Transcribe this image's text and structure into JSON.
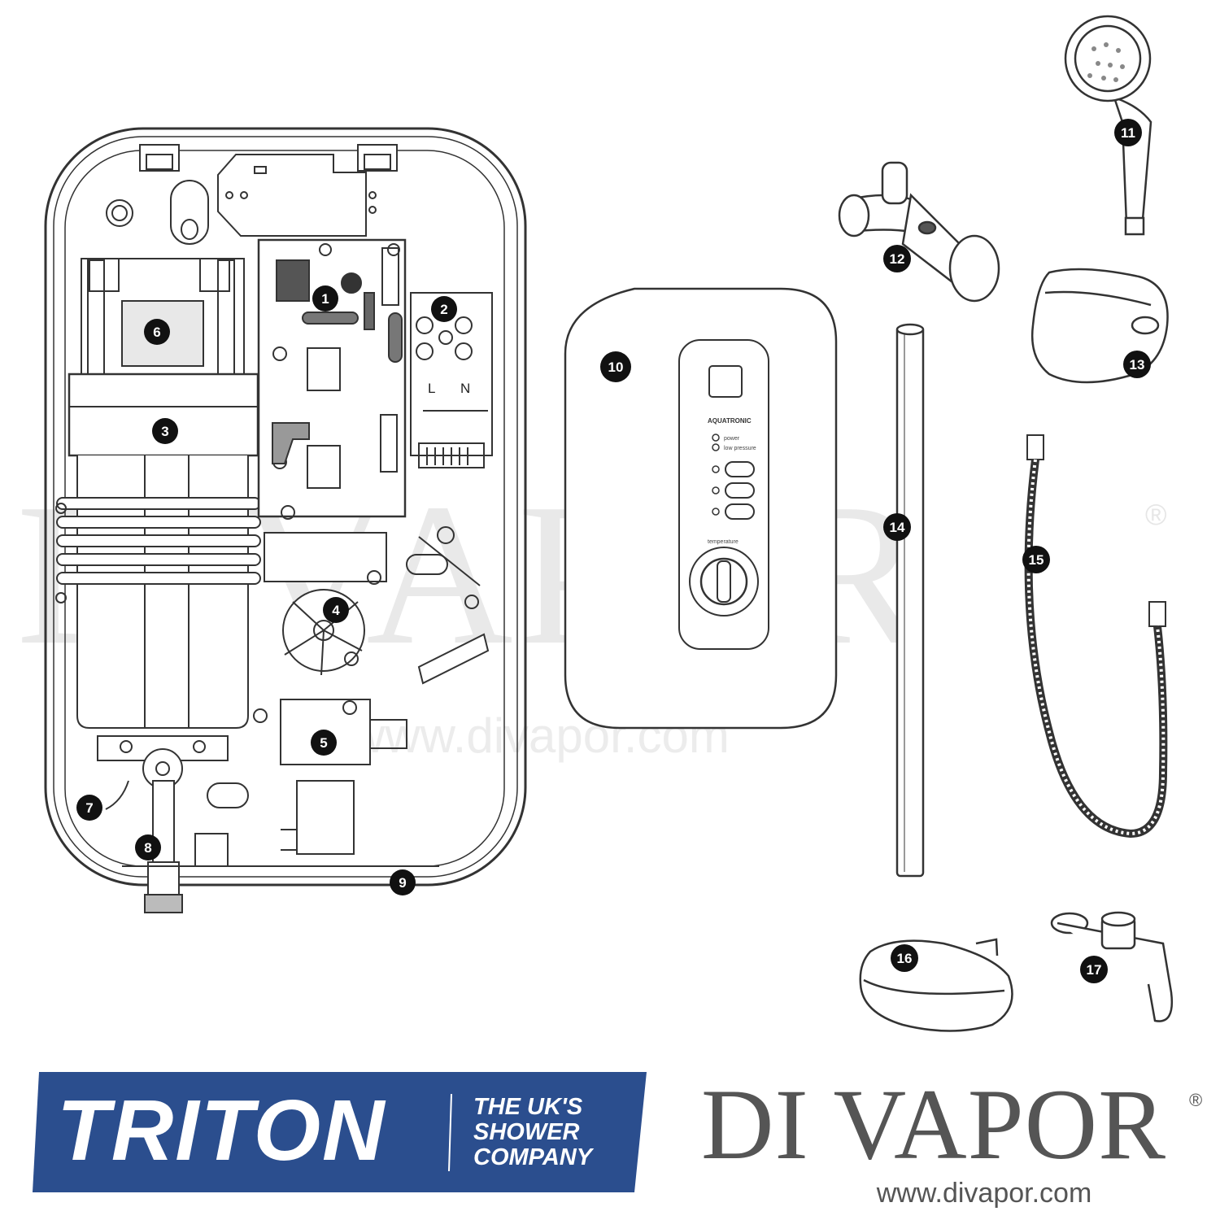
{
  "diagram": {
    "callouts": [
      "1",
      "2",
      "3",
      "4",
      "5",
      "6",
      "7",
      "8",
      "9",
      "10",
      "11",
      "12",
      "13",
      "14",
      "15",
      "16",
      "17"
    ],
    "terminal_labels": [
      "L",
      "N"
    ],
    "panel": {
      "brand": "AQUATRONIC",
      "indicator_labels": [
        "power",
        "low pressure"
      ],
      "dial_label": "temperature"
    }
  },
  "watermark": {
    "text": "DIVAPOR",
    "registered": "®",
    "url": "www.divapor.com"
  },
  "triton": {
    "name": "TRITON",
    "tagline": [
      "THE UK'S",
      "SHOWER",
      "COMPANY"
    ],
    "color": "#2b4e8e"
  },
  "divapor": {
    "name": "DI VAPOR",
    "registered": "®",
    "url": "www.divapor.com",
    "color": "#555555"
  }
}
